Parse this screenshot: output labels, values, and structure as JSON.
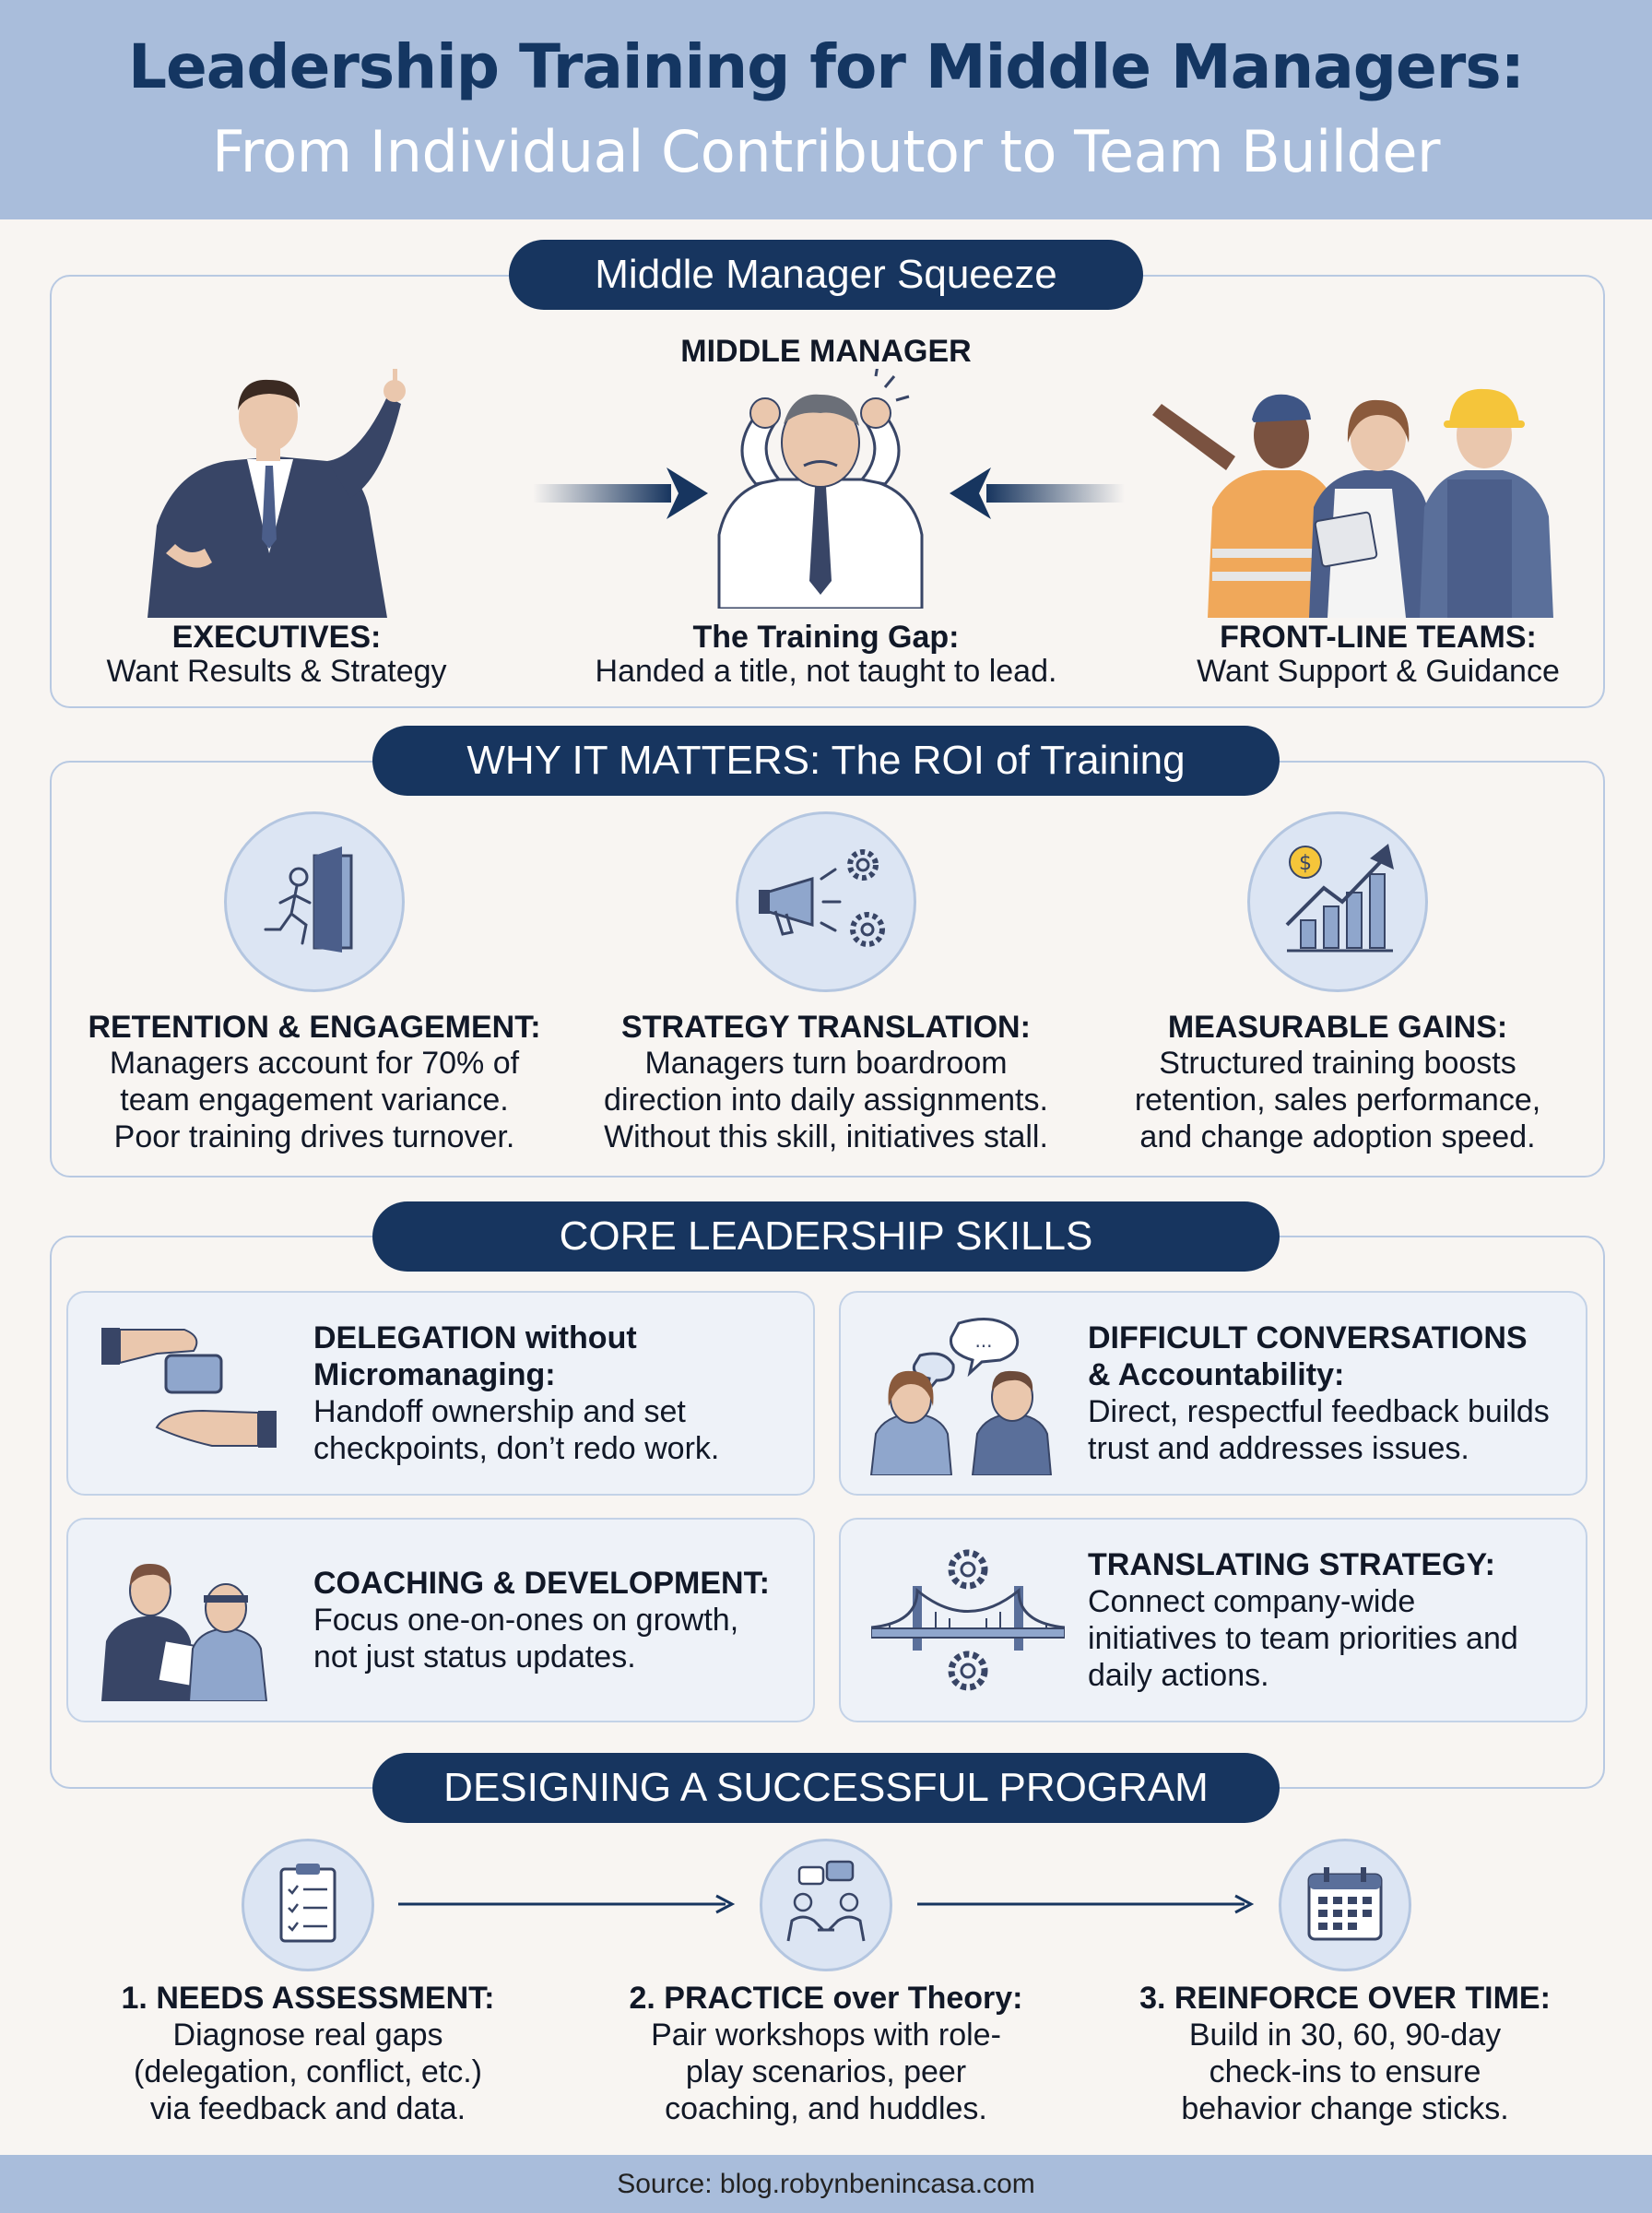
{
  "title": {
    "line1": "Leadership Training for Middle Managers:",
    "line2": "From Individual Contributor to Team Builder"
  },
  "squeeze": {
    "heading": "Middle Manager Squeeze",
    "center_top": "MIDDLE MANAGER",
    "left_title": "EXECUTIVES:",
    "left_desc": "Want Results & Strategy",
    "center_title": "The Training Gap:",
    "center_desc": "Handed a title, not taught to lead.",
    "right_title": "FRONT-LINE TEAMS:",
    "right_desc": "Want Support & Guidance"
  },
  "roi": {
    "heading": "WHY IT MATTERS: The ROI of Training",
    "items": [
      {
        "icon": "exit-door-icon",
        "title": "RETENTION & ENGAGEMENT:",
        "lines": [
          "Managers account for 70% of",
          "team engagement variance.",
          "Poor training drives turnover."
        ]
      },
      {
        "icon": "megaphone-gears-icon",
        "title": "STRATEGY TRANSLATION:",
        "lines": [
          "Managers turn boardroom",
          "direction into daily assignments.",
          "Without this skill, initiatives stall."
        ]
      },
      {
        "icon": "growth-chart-icon",
        "title": "MEASURABLE GAINS:",
        "lines": [
          "Structured training boosts",
          "retention, sales performance,",
          "and change adoption speed."
        ]
      }
    ]
  },
  "skills": {
    "heading": "CORE LEADERSHIP SKILLS",
    "items": [
      {
        "icon": "handoff-icon",
        "title_lines": [
          "DELEGATION without",
          "Micromanaging:"
        ],
        "desc_lines": [
          "Handoff ownership and set",
          "checkpoints, don’t redo work."
        ]
      },
      {
        "icon": "conversation-icon",
        "title_lines": [
          "DIFFICULT CONVERSATIONS",
          "& Accountability:"
        ],
        "desc_lines": [
          "Direct, respectful feedback builds",
          "trust and addresses issues."
        ]
      },
      {
        "icon": "coach-icon",
        "title_lines": [
          "COACHING & DEVELOPMENT:"
        ],
        "desc_lines": [
          "Focus one-on-ones on growth,",
          "not just status updates."
        ]
      },
      {
        "icon": "bridge-gears-icon",
        "title_lines": [
          "TRANSLATING STRATEGY:"
        ],
        "desc_lines": [
          "Connect company-wide",
          "initiatives to team priorities and",
          "daily actions."
        ]
      }
    ]
  },
  "program": {
    "heading": "DESIGNING A SUCCESSFUL PROGRAM",
    "steps": [
      {
        "icon": "checklist-icon",
        "title": "1. NEEDS ASSESSMENT:",
        "lines": [
          "Diagnose real gaps",
          "(delegation, conflict, etc.)",
          "via feedback and data."
        ]
      },
      {
        "icon": "peer-coaching-icon",
        "title": "2. PRACTICE over Theory:",
        "lines": [
          "Pair workshops with role-",
          "play scenarios, peer",
          "coaching, and huddles."
        ]
      },
      {
        "icon": "calendar-icon",
        "title": "3. REINFORCE OVER TIME:",
        "lines": [
          "Build in 30, 60, 90-day",
          "check-ins to ensure",
          "behavior change sticks."
        ]
      }
    ]
  },
  "footer": {
    "source": "Source: blog.robynbenincasa.com"
  },
  "colors": {
    "navy": "#17355f",
    "header_bg": "#a9bddb",
    "panel_border": "#b8c9e2",
    "icon_circle": "#dce5f3"
  }
}
